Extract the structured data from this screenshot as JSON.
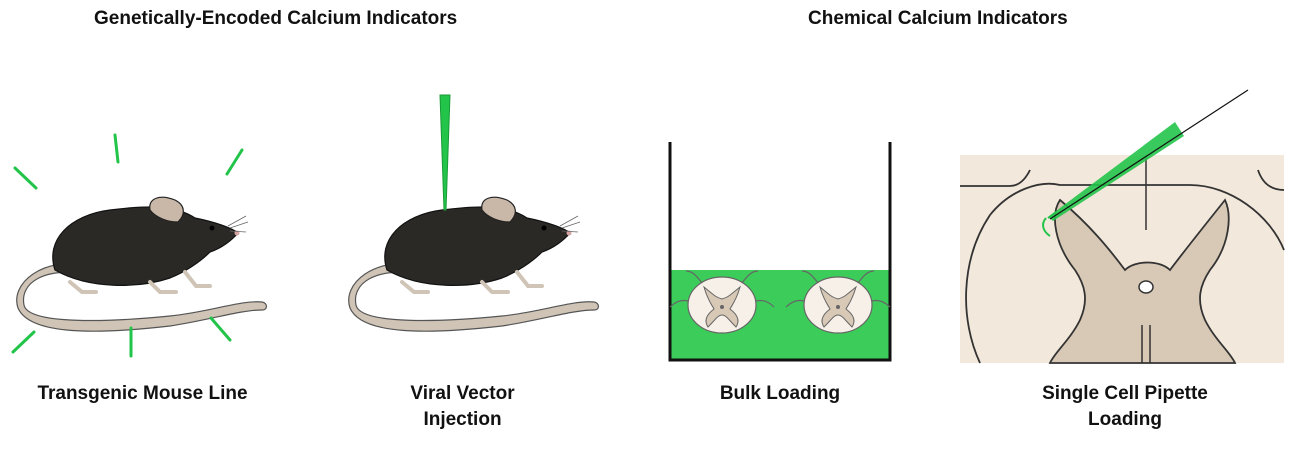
{
  "headings": {
    "genetic": "Genetically-Encoded Calcium Indicators",
    "chemical": "Chemical Calcium Indicators"
  },
  "panels": {
    "transgenic": {
      "caption_line1": "Transgenic Mouse Line"
    },
    "viral": {
      "caption_line1": "Viral Vector",
      "caption_line2": "Injection"
    },
    "bulk": {
      "caption_line1": "Bulk Loading"
    },
    "single_cell": {
      "caption_line1": "Single Cell Pipette",
      "caption_line2": "Loading"
    }
  },
  "colors": {
    "indicator_green": "#22c44a",
    "bath_green": "#3ccc5a",
    "mouse_fur": "#2b2926",
    "tail": "#cfc4b6",
    "white_matter": "#f3e8dc",
    "grey_matter": "#d8c9b6",
    "outline": "#222222"
  },
  "icons": {
    "transgenic": "glowing-mouse-icon",
    "viral": "mouse-with-pipette-icon",
    "bulk": "bath-with-spinal-slices-icon",
    "single_cell": "spinal-cord-cross-section-pipette-icon"
  }
}
